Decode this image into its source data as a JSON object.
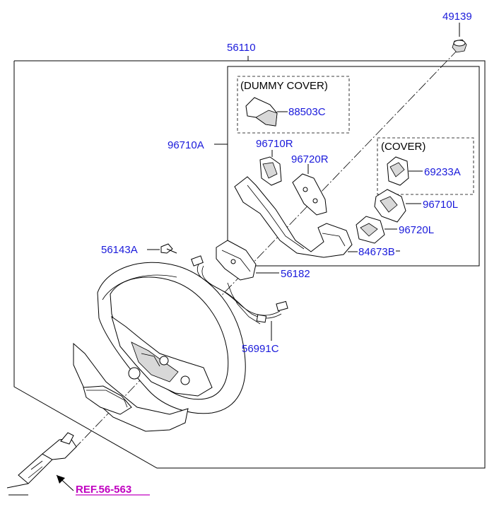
{
  "colors": {
    "part_number": "#1a1adb",
    "reference": "#c000c0",
    "line": "#000000"
  },
  "box_titles": {
    "dummy_cover": "(DUMMY COVER)",
    "cover": "(COVER)"
  },
  "parts": [
    {
      "id": "49139",
      "label": "49139",
      "name": "nut"
    },
    {
      "id": "56110",
      "label": "56110",
      "name": "steering-wheel-assembly"
    },
    {
      "id": "88503C",
      "label": "88503C",
      "name": "dummy-cover"
    },
    {
      "id": "96710A",
      "label": "96710A",
      "name": "switch-assembly"
    },
    {
      "id": "96710R",
      "label": "96710R",
      "name": "right-switch"
    },
    {
      "id": "96720R",
      "label": "96720R",
      "name": "right-switch-cover"
    },
    {
      "id": "69233A",
      "label": "69233A",
      "name": "cover"
    },
    {
      "id": "96710L",
      "label": "96710L",
      "name": "left-switch"
    },
    {
      "id": "96720L",
      "label": "96720L",
      "name": "left-switch-cover"
    },
    {
      "id": "84673B",
      "label": "84673B",
      "name": "bracket"
    },
    {
      "id": "56143A",
      "label": "56143A",
      "name": "bolt"
    },
    {
      "id": "56182",
      "label": "56182",
      "name": "damper"
    },
    {
      "id": "56991C",
      "label": "56991C",
      "name": "wiring-harness"
    }
  ],
  "reference": {
    "label": "REF.56-563"
  }
}
